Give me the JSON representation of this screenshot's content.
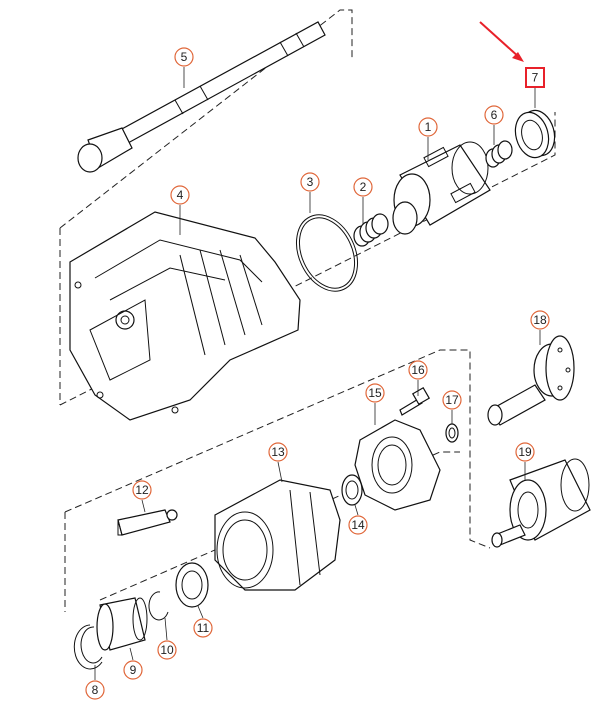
{
  "callouts": [
    {
      "id": "c1",
      "label": "1"
    },
    {
      "id": "c2",
      "label": "2"
    },
    {
      "id": "c3",
      "label": "3"
    },
    {
      "id": "c4",
      "label": "4"
    },
    {
      "id": "c5",
      "label": "5"
    },
    {
      "id": "c6",
      "label": "6"
    },
    {
      "id": "c7",
      "label": "7"
    },
    {
      "id": "c8",
      "label": "8"
    },
    {
      "id": "c9",
      "label": "9"
    },
    {
      "id": "c10",
      "label": "10"
    },
    {
      "id": "c11",
      "label": "11"
    },
    {
      "id": "c12",
      "label": "12"
    },
    {
      "id": "c13",
      "label": "13"
    },
    {
      "id": "c14",
      "label": "14"
    },
    {
      "id": "c15",
      "label": "15"
    },
    {
      "id": "c16",
      "label": "16"
    },
    {
      "id": "c17",
      "label": "17"
    },
    {
      "id": "c18",
      "label": "18"
    },
    {
      "id": "c19",
      "label": "19"
    }
  ],
  "highlight": {
    "callout": "7",
    "color": "#e8212a"
  },
  "colors": {
    "callout_ring": "#e0673a",
    "line_art": "#111111",
    "arrow": "#e8212a"
  }
}
